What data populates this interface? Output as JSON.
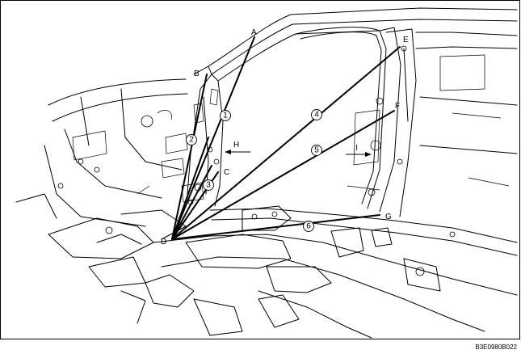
{
  "figure": {
    "code": "B3E0980B022"
  },
  "points": {
    "A": "A",
    "B": "B",
    "C": "C",
    "D": "D",
    "E": "E",
    "F": "F",
    "G": "G"
  },
  "view_arrows": {
    "H": "H",
    "I": "I"
  },
  "measurements": {
    "m1": "1",
    "m2": "2",
    "m3": "3",
    "m4": "4",
    "m5": "5",
    "m6": "6"
  }
}
